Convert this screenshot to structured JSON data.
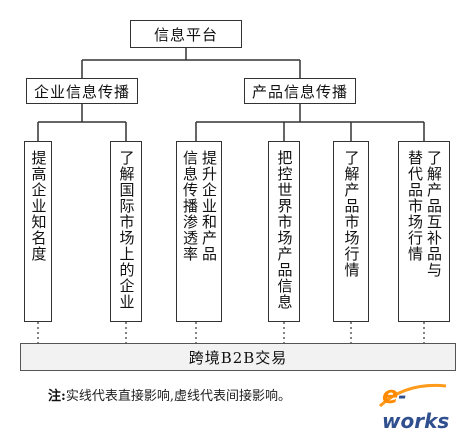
{
  "diagram": {
    "top": "信息平台",
    "mid_left": "企业信息传播",
    "mid_right": "产品信息传播",
    "leaves": [
      {
        "lines": [
          "提高企业知名度"
        ]
      },
      {
        "lines": [
          "了解国际市场上的企业"
        ]
      },
      {
        "lines": [
          "提升企业和产品",
          "信息传播渗透率"
        ]
      },
      {
        "lines": [
          "把控世界市场产品信息"
        ]
      },
      {
        "lines": [
          "了解产品市场行情"
        ]
      },
      {
        "lines": [
          "了解产品互补品与",
          "替代品市场行情"
        ]
      }
    ],
    "bottom": "跨境B2B交易"
  },
  "note": {
    "label": "注:",
    "text": "实线代表直接影响,虚线代表间接影响。"
  },
  "logo": {
    "prefix": "e",
    "text": "-works"
  }
}
